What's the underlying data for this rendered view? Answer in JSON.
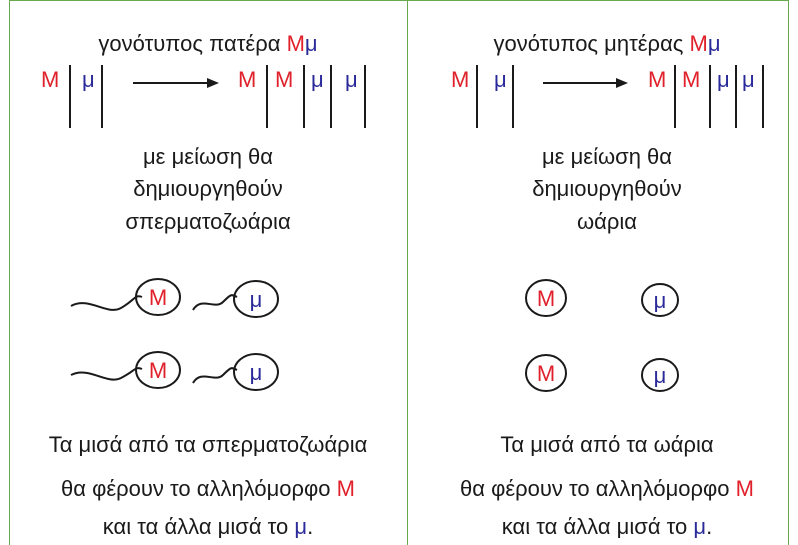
{
  "left": {
    "genotype_prefix": "γονότυπος πατέρα ",
    "genotype_M": "M",
    "genotype_mu": "μ",
    "chromosome_labels_before": [
      "M",
      "μ"
    ],
    "chromosome_labels_after": [
      "M",
      "M",
      "μ",
      "μ"
    ],
    "process_lines": [
      "με μείωση θα",
      "δημιουργηθούν",
      "σπερματοζωάρια"
    ],
    "cells": [
      "M",
      "μ",
      "M",
      "μ"
    ],
    "conclusion_line1": "Τα μισά από τα σπερματοζωάρια",
    "conclusion_line2_prefix": "θα φέρουν το αλληλόμορφο ",
    "conclusion_line2_M": "M",
    "conclusion_line3_prefix": "και τα άλλα μισά το ",
    "conclusion_line3_mu": "μ",
    "conclusion_line3_suffix": "."
  },
  "right": {
    "genotype_prefix": "γονότυπος μητέρας ",
    "genotype_M": "M",
    "genotype_mu": "μ",
    "chromosome_labels_before": [
      "M",
      "μ"
    ],
    "chromosome_labels_after": [
      "M",
      "M",
      "μ",
      "μ"
    ],
    "process_lines": [
      "με μείωση θα",
      "δημιουργηθούν",
      "ωάρια"
    ],
    "cells": [
      "M",
      "μ",
      "M",
      "μ"
    ],
    "conclusion_line1": "Τα μισά από τα ωάρια",
    "conclusion_line2_prefix": "θα φέρουν το αλληλόμορφο ",
    "conclusion_line2_M": "M",
    "conclusion_line3_prefix": "και τα άλλα μισά το ",
    "conclusion_line3_mu": "μ",
    "conclusion_line3_suffix": "."
  },
  "colors": {
    "M": "#e0202a",
    "mu": "#2a2a9a",
    "border": "#6aa84f"
  }
}
